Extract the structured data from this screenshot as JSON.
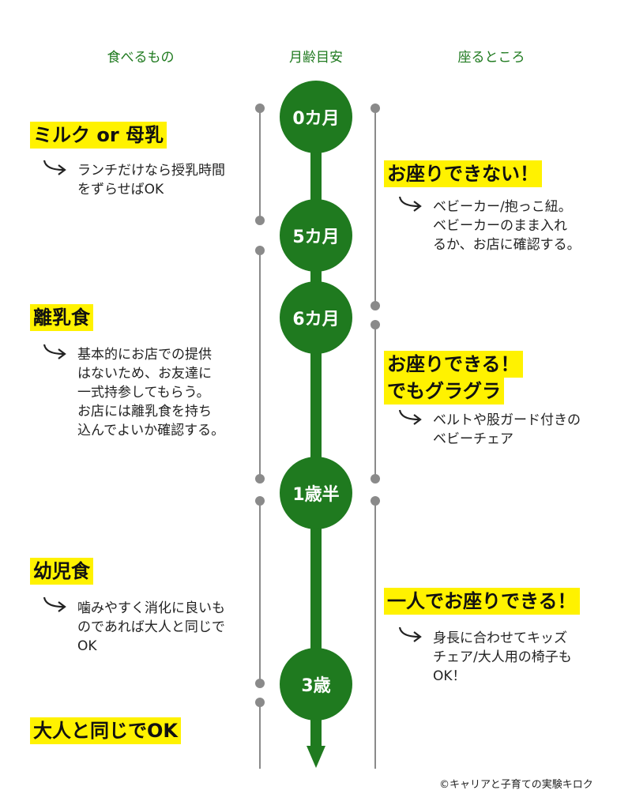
{
  "headers": {
    "food": "食べるもの",
    "age": "月齢目安",
    "seat": "座るところ"
  },
  "ages": [
    "0カ月",
    "5カ月",
    "6カ月",
    "1歳半",
    "3歳"
  ],
  "food": [
    {
      "title": "ミルク or 母乳",
      "note": [
        "ランチだけなら授乳時間",
        "をずらせばOK"
      ]
    },
    {
      "title": "離乳食",
      "note": [
        "基本的にお店での提供",
        "はないため、お友達に",
        "一式持参してもらう。",
        "お店には離乳食を持ち",
        "込んでよいか確認する。"
      ]
    },
    {
      "title": "幼児食",
      "note": [
        "噛みやすく消化に良いも",
        "のであれば大人と同じで",
        "OK"
      ]
    },
    {
      "title": "大人と同じでOK"
    }
  ],
  "seat": [
    {
      "title": "お座りできない！",
      "note": [
        "ベビーカー/抱っこ紐。",
        "ベビーカーのまま入れ",
        "るか、お店に確認する。"
      ]
    },
    {
      "title_lines": [
        "お座りできる！",
        "でもグラグラ"
      ],
      "note": [
        "ベルトや股ガード付きの",
        "ベビーチェア"
      ]
    },
    {
      "title": "一人でお座りできる！",
      "note": [
        "身長に合わせてキッズ",
        "チェア/大人用の椅子も",
        "OK！"
      ]
    }
  ],
  "credit": "©キャリアと子育ての実験キロク",
  "colors": {
    "green": "#1f7a1f",
    "highlight": "#fff200",
    "gray": "#8a8a8a"
  }
}
